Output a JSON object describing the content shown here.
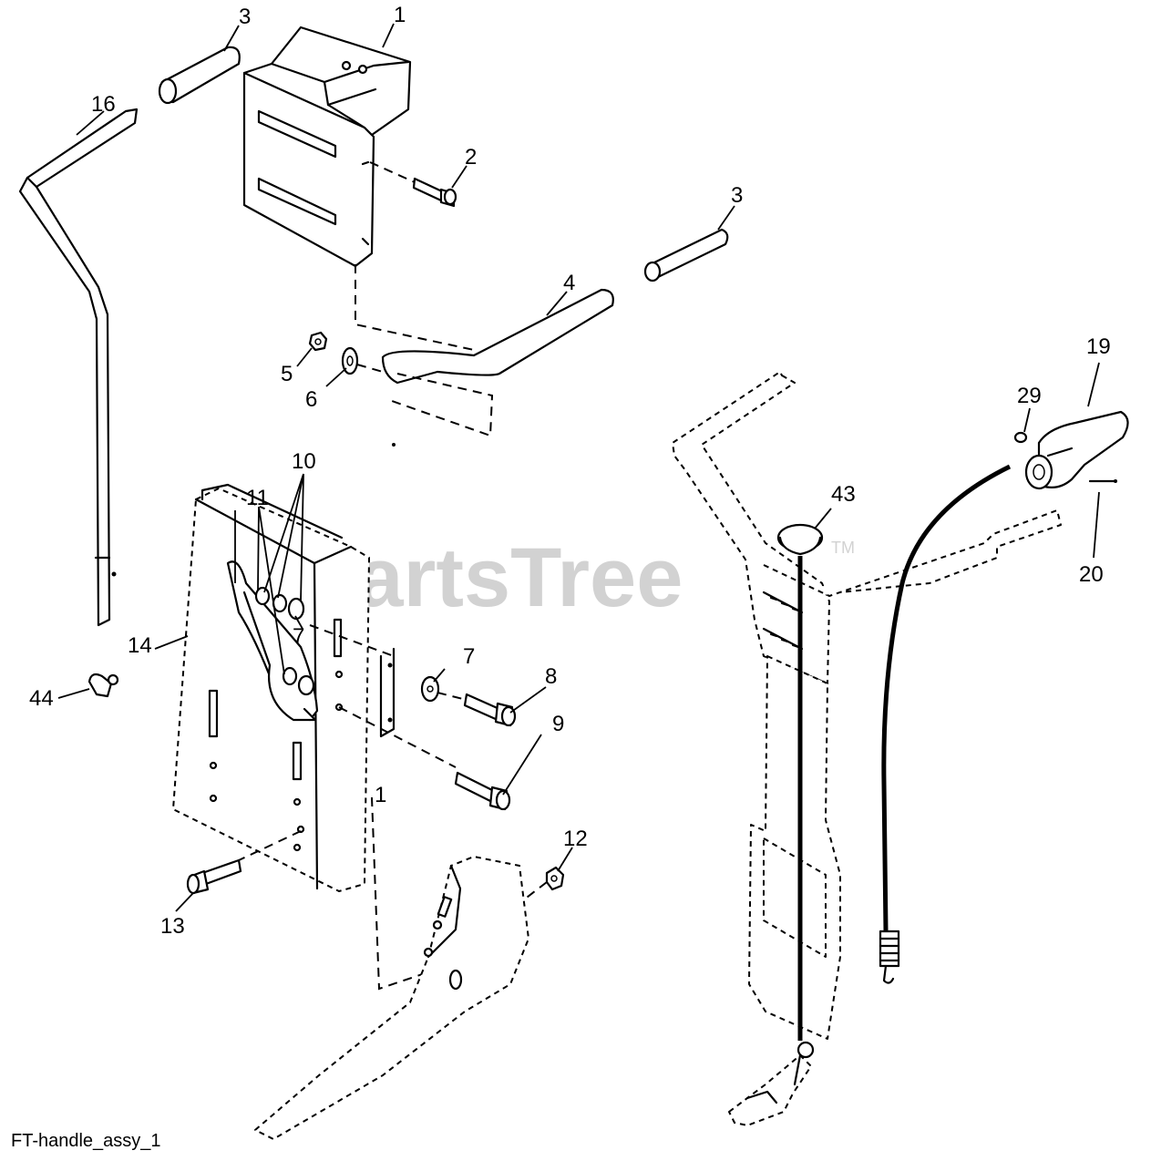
{
  "diagram": {
    "watermark": "PartsTree",
    "watermark_tm": "TM",
    "caption": "FT-handle_assy_1",
    "callouts": {
      "n1": "1",
      "n1b": "1",
      "n2": "2",
      "n3a": "3",
      "n3b": "3",
      "n4": "4",
      "n5": "5",
      "n6": "6",
      "n7a": "7",
      "n7b": "7",
      "n8": "8",
      "n9": "9",
      "n10": "10",
      "n11": "11",
      "n12": "12",
      "n13": "13",
      "n14": "14",
      "n16": "16",
      "n19": "19",
      "n20": "20",
      "n29": "29",
      "n43": "43",
      "n44": "44"
    }
  }
}
